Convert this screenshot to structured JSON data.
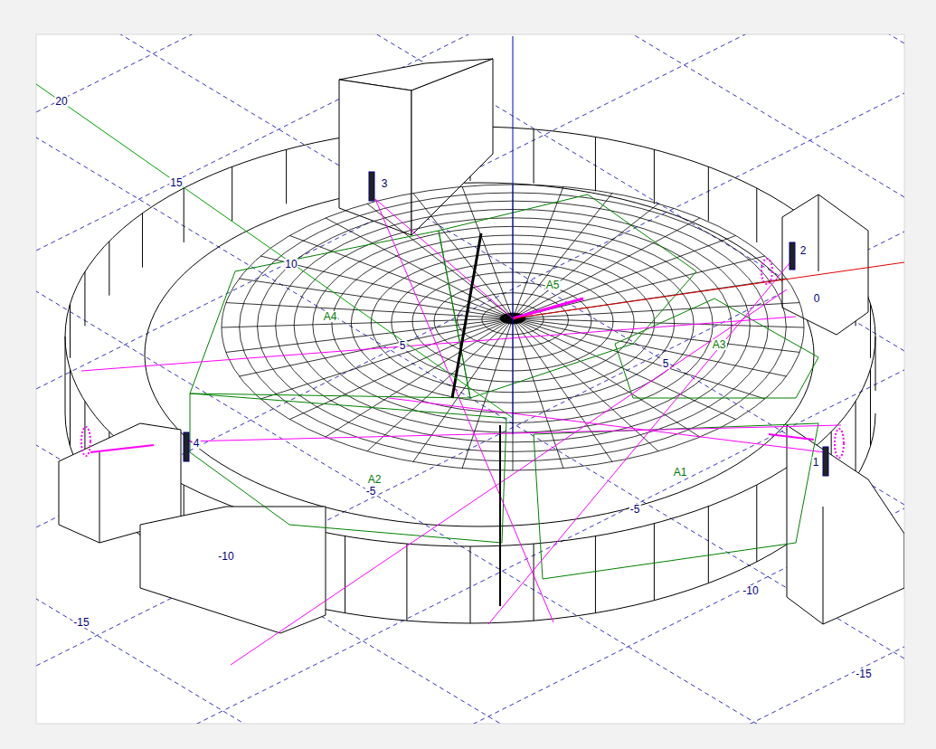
{
  "diagram": {
    "labels": [
      "20",
      "15",
      "10",
      "5",
      "0",
      "5",
      "-5",
      "-5",
      "-10",
      "-10",
      "-15",
      "-15",
      "A1",
      "A2",
      "A3",
      "A4",
      "A5",
      "3",
      "2",
      "4",
      "1"
    ]
  }
}
